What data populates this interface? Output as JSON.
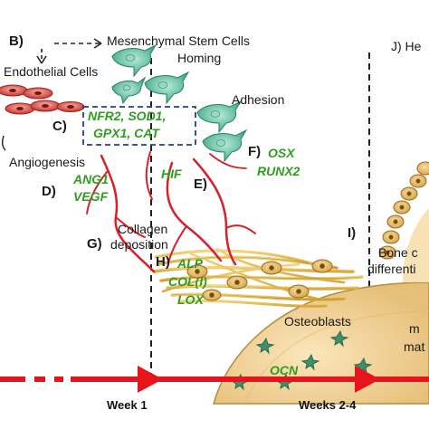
{
  "labels": {
    "B": "B)",
    "msc": "Mesenchymal Stem Cells",
    "homing": "Homing",
    "endothelial": "Endothelial Cells",
    "adhesion": "Adhesion",
    "C": "C)",
    "angiogenesis": "Angiogenesis",
    "D": "D)",
    "E": "E)",
    "F": "F)",
    "G": "G)",
    "collagen1": "Collagen",
    "collagen2": "deposition",
    "H": "H)",
    "I": "I)",
    "bone1": "Bone c",
    "bone2": "differenti",
    "J": "J) He",
    "osteoblasts": "Osteoblasts",
    "frag1": "m",
    "frag2": "mat"
  },
  "genes": {
    "c_line1": "NFR2, SOD1,",
    "c_line2": "GPX1, CAT",
    "ang1": "ANG1",
    "vegf": "VEGF",
    "hif": "HIF",
    "osx": "OSX",
    "runx2": "RUNX2",
    "alp": "ALP",
    "col1": "COL(I)",
    "lox": "LOX",
    "ocn": "OCN"
  },
  "timeline": {
    "week1": "Week 1",
    "weeks24": "Weeks 2-4"
  },
  "colors": {
    "gene_text": "#2e9e1e",
    "timeline": "#e8141c",
    "msc_cell": "#5fbfa0",
    "endothelial_cell": "#d9534f",
    "vessel": "#d8202a",
    "collagen": "#e8c14a",
    "bone": "#f3d9a4",
    "box": "#1f3fa0"
  }
}
